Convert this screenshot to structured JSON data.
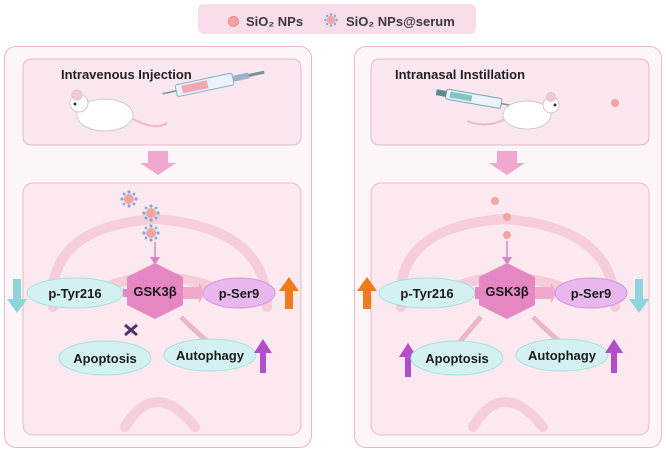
{
  "legend": {
    "item1": "SiO₂ NPs",
    "item2": "SiO₂ NPs@serum"
  },
  "left_panel": {
    "title": "Intravenous Injection",
    "left_marker": "p-Tyr216",
    "center_node": "GSK3β",
    "right_marker": "p-Ser9",
    "bottom_left": "Apoptosis",
    "bottom_right": "Autophagy"
  },
  "right_panel": {
    "title": "Intranasal Instillation",
    "left_marker": "p-Tyr216",
    "center_node": "GSK3β",
    "right_marker": "p-Ser9",
    "bottom_left": "Apoptosis",
    "bottom_right": "Autophagy"
  },
  "colors": {
    "pink_arrow": "#f0a8cf",
    "up_arrow_orange": "#f07a1c",
    "down_arrow_teal": "#8fd4d8",
    "up_arrow_purple": "#b14ec8",
    "hexagon": "#e487c2",
    "cyan_ellipse": "#d4f1f2",
    "purple_ellipse": "#e8b7ee",
    "inhibit_mark": "#5a2f6a"
  }
}
